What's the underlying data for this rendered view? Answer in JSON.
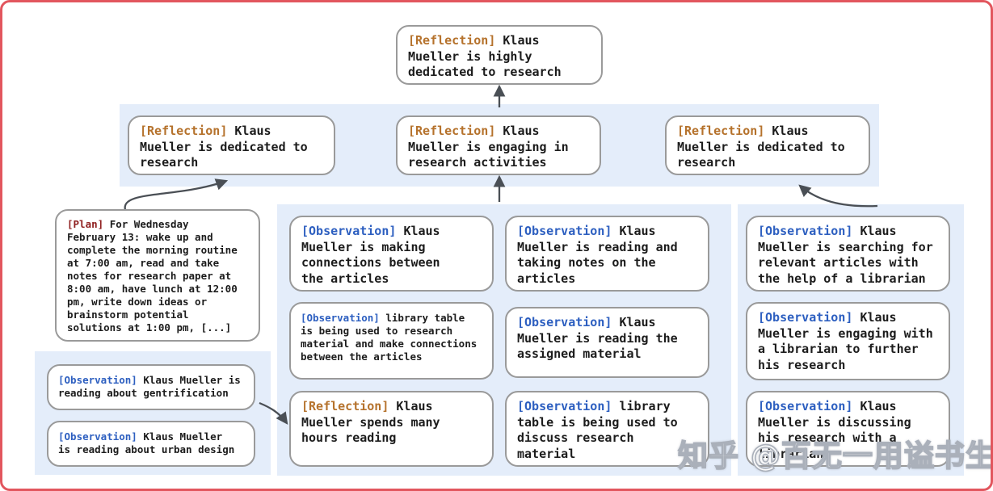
{
  "diagram": {
    "root": {
      "tag": "[Reflection]",
      "text": "Klaus\nMueller is highly\ndedicated to research"
    },
    "reflections": [
      {
        "tag": "[Reflection]",
        "text": "Klaus\nMueller is dedicated to\nresearch"
      },
      {
        "tag": "[Reflection]",
        "text": "Klaus\nMueller is engaging in\nresearch activities"
      },
      {
        "tag": "[Reflection]",
        "text": "Klaus\nMueller is dedicated to\nresearch"
      }
    ],
    "plan": {
      "tag": "[Plan]",
      "text": "For Wednesday\nFebruary 13: wake up and\ncomplete the morning routine\nat 7:00 am, read and take\nnotes for research paper at\n8:00 am, have lunch at 12:00\npm, write down ideas or\nbrainstorm potential\nsolutions at 1:00 pm, [...]"
    },
    "left_observations": [
      {
        "tag": "[Observation]",
        "text": "Klaus Mueller is\nreading about gentrification"
      },
      {
        "tag": "[Observation]",
        "text": "Klaus Mueller\nis reading about urban design"
      }
    ],
    "middle_col1": [
      {
        "tag": "[Observation]",
        "text": "Klaus\nMueller is making\nconnections between\nthe articles"
      },
      {
        "tag": "[Observation]",
        "text": "library table\nis being used to research\nmaterial and make connections\nbetween the articles"
      },
      {
        "tag": "[Reflection]",
        "text": "Klaus\nMueller spends many\nhours reading"
      }
    ],
    "middle_col2": [
      {
        "tag": "[Observation]",
        "text": "Klaus\nMueller is reading and\ntaking notes on the\narticles"
      },
      {
        "tag": "[Observation]",
        "text": "Klaus\nMueller is reading the\nassigned material"
      },
      {
        "tag": "[Observation]",
        "text": "library\ntable is being used to\ndiscuss research material"
      }
    ],
    "right_col": [
      {
        "tag": "[Observation]",
        "text": "Klaus\nMueller is searching for\nrelevant articles with\nthe help of a librarian"
      },
      {
        "tag": "[Observation]",
        "text": "Klaus\nMueller is engaging with\na librarian to further\nhis research"
      },
      {
        "tag": "[Observation]",
        "text": "Klaus\nMueller is discussing\nhis research with a\nlibrarian"
      }
    ]
  },
  "watermark": "知乎 @百无一用谥书生",
  "colors": {
    "reflection_tag": "#b5722c",
    "plan_tag": "#8f1f1f",
    "observation_tag": "#2d5fc0",
    "box_border": "#9a9a9a",
    "band_background": "#e4edfa",
    "frame_border": "#e2565e",
    "arrow": "#4a4f55"
  }
}
